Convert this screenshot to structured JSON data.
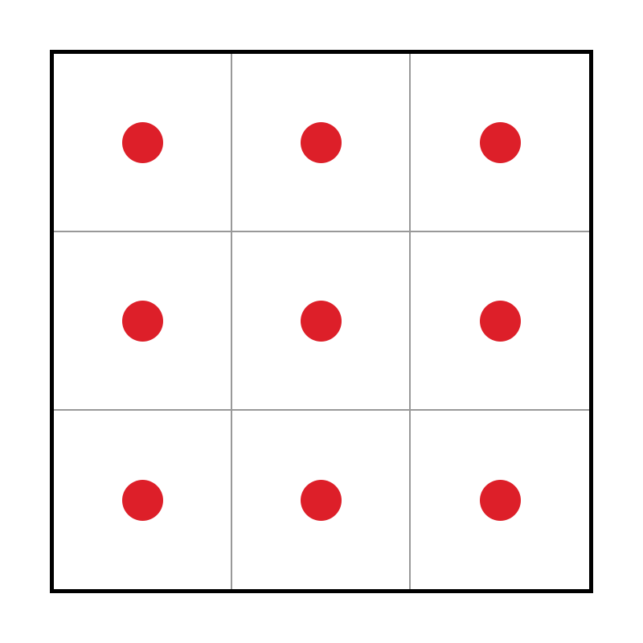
{
  "grid": {
    "rows": 3,
    "cols": 3,
    "border_color": "#000000",
    "line_color": "#999999",
    "background_color": "#ffffff",
    "cells": [
      {
        "row": 1,
        "col": 1,
        "marker": "dot",
        "color": "#dd1f29"
      },
      {
        "row": 1,
        "col": 2,
        "marker": "dot",
        "color": "#dd1f29"
      },
      {
        "row": 1,
        "col": 3,
        "marker": "dot",
        "color": "#dd1f29"
      },
      {
        "row": 2,
        "col": 1,
        "marker": "dot",
        "color": "#dd1f29"
      },
      {
        "row": 2,
        "col": 2,
        "marker": "dot",
        "color": "#dd1f29"
      },
      {
        "row": 2,
        "col": 3,
        "marker": "dot",
        "color": "#dd1f29"
      },
      {
        "row": 3,
        "col": 1,
        "marker": "dot",
        "color": "#dd1f29"
      },
      {
        "row": 3,
        "col": 2,
        "marker": "dot",
        "color": "#dd1f29"
      },
      {
        "row": 3,
        "col": 3,
        "marker": "dot",
        "color": "#dd1f29"
      }
    ]
  }
}
